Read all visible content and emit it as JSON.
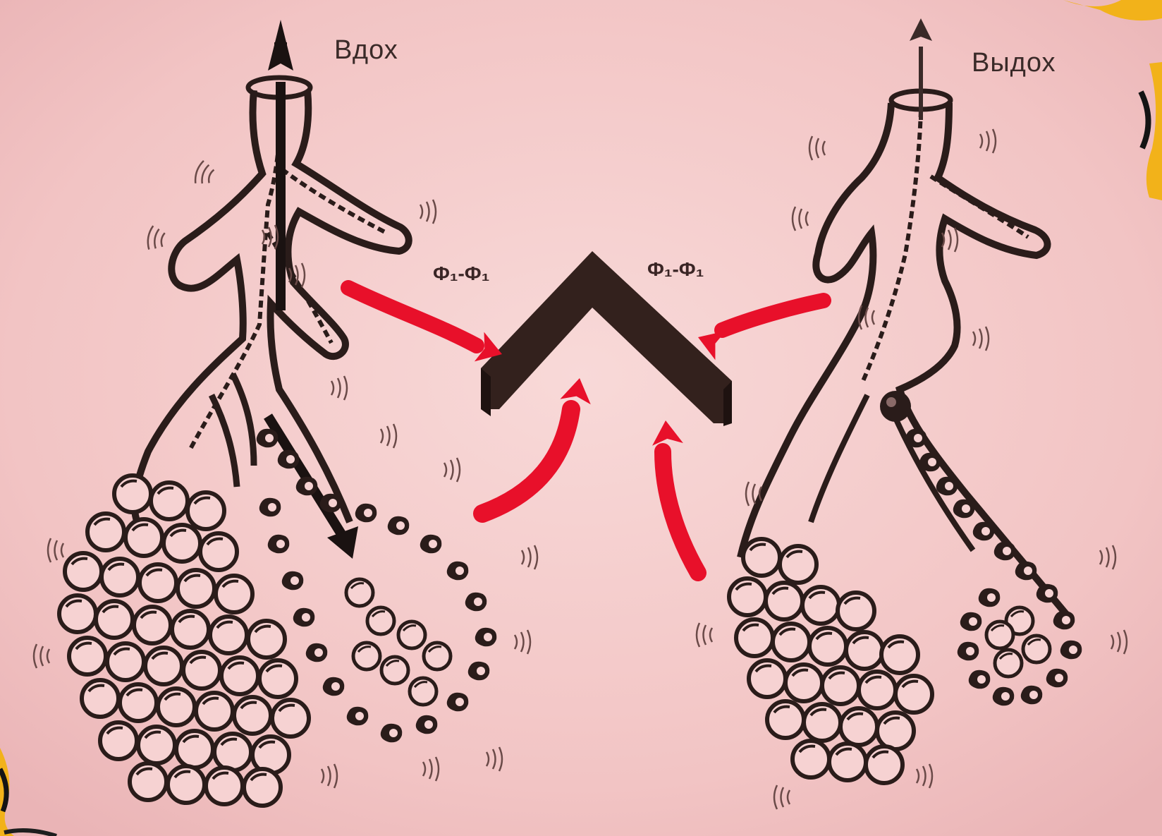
{
  "labels": {
    "inhale": "Вдох",
    "exhale": "Выдох",
    "formula_left": "Ф₁-Ф₁",
    "formula_right": "Ф₁-Ф₁"
  },
  "colors": {
    "background": "#f3c9c9",
    "ink": "#2a1c1a",
    "accent_red": "#e8102a",
    "roof": "#33211d",
    "corner_decoration": "#f2b21a"
  },
  "icons": {
    "inhale_arrow": "arrow-up-icon",
    "exhale_arrow": "arrow-up-icon",
    "center_shape": "chevron-up-icon"
  }
}
